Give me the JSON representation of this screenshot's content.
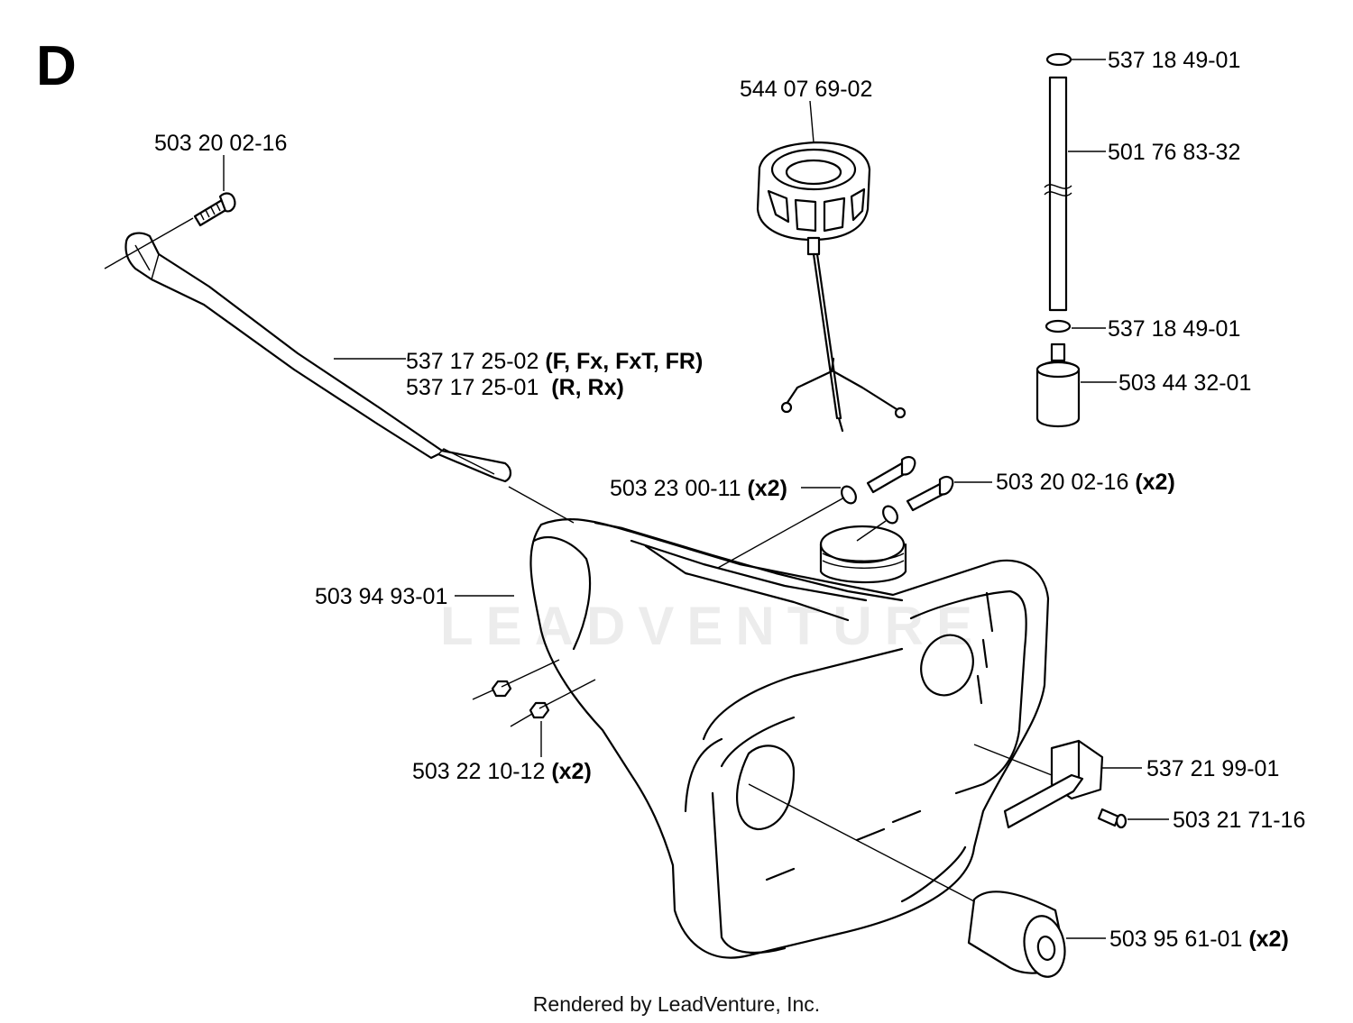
{
  "diagram": {
    "section_letter": "D",
    "watermark": "LEADVENTURE",
    "footer": "Rendered by LeadVenture, Inc.",
    "parts": [
      {
        "id": "p1",
        "number": "503 20 02-16",
        "note": ""
      },
      {
        "id": "p2",
        "number": "544 07 69-02",
        "note": ""
      },
      {
        "id": "p3",
        "number": "537 18 49-01",
        "note": ""
      },
      {
        "id": "p4",
        "number": "501 76 83-32",
        "note": ""
      },
      {
        "id": "p5",
        "number": "537 18 49-01",
        "note": ""
      },
      {
        "id": "p6",
        "number": "503 44 32-01",
        "note": ""
      },
      {
        "id": "p7",
        "number": "537 17 25-02",
        "note": "(F, Fx, FxT, FR)"
      },
      {
        "id": "p8",
        "number": "537 17 25-01",
        "note": "(R, Rx)"
      },
      {
        "id": "p9",
        "number": "503 23 00-11",
        "note": "(x2)"
      },
      {
        "id": "p10",
        "number": "503 20 02-16",
        "note": "(x2)"
      },
      {
        "id": "p11",
        "number": "503 94 93-01",
        "note": ""
      },
      {
        "id": "p12",
        "number": "503 22 10-12",
        "note": "(x2)"
      },
      {
        "id": "p13",
        "number": "537 21 99-01",
        "note": ""
      },
      {
        "id": "p14",
        "number": "503 21 71-16",
        "note": ""
      },
      {
        "id": "p15",
        "number": "503 95 61-01",
        "note": "(x2)"
      }
    ]
  }
}
